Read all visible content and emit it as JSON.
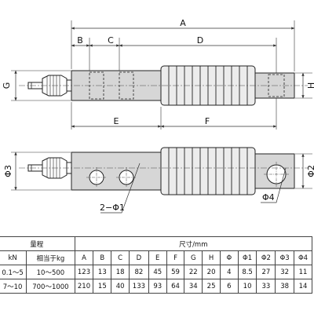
{
  "drawing": {
    "dim_labels": {
      "A": "A",
      "B": "B",
      "C": "C",
      "D": "D",
      "E": "E",
      "F": "F",
      "G": "G",
      "H": "H",
      "phi3": "Φ3",
      "phi2": "Φ2",
      "phi4": "Φ4",
      "two_phi1": "2−Φ1"
    },
    "colors": {
      "line": "#222222",
      "body_fill": "#d6d6d6",
      "dim_line": "#333333"
    }
  },
  "table": {
    "title_range": "量程",
    "title_size": "尺寸/mm",
    "headers": [
      "kN",
      "相当于kg",
      "A",
      "B",
      "C",
      "D",
      "E",
      "F",
      "G",
      "H",
      "Φ",
      "Φ1",
      "Φ2",
      "Φ3",
      "Φ4"
    ],
    "rows": [
      [
        "0.1～5",
        "10～500",
        "123",
        "13",
        "18",
        "82",
        "45",
        "59",
        "22",
        "20",
        "4",
        "8.5",
        "27",
        "32",
        "11"
      ],
      [
        "7～10",
        "700～1000",
        "210",
        "15",
        "40",
        "133",
        "93",
        "64",
        "34",
        "25",
        "6",
        "10",
        "33",
        "38",
        "14"
      ]
    ]
  }
}
